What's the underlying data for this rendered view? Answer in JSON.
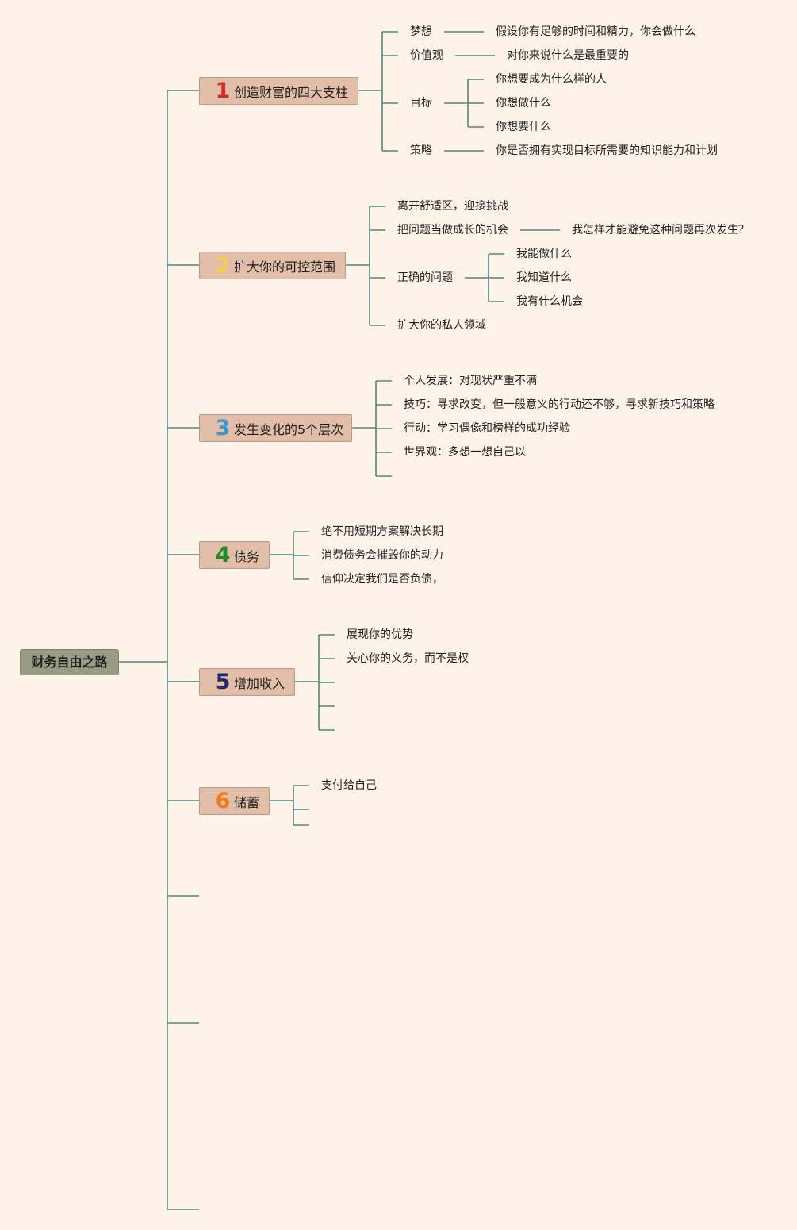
{
  "root": "财务自由之路",
  "branches": [
    {
      "num": "1",
      "color": "#d32a2a",
      "label": "创造财富的四大支柱"
    },
    {
      "num": "2",
      "color": "#f2cf53",
      "label": "扩大你的可控范围"
    },
    {
      "num": "3",
      "color": "#3b95d0",
      "label": "发生变化的5个层次"
    },
    {
      "num": "4",
      "color": "#1f8b2a",
      "label": "债务"
    },
    {
      "num": "5",
      "color": "#1f2a70",
      "label": "增加收入"
    },
    {
      "num": "6",
      "color": "#f07a1d",
      "label": "储蓄"
    }
  ],
  "b1": {
    "dream": "梦想",
    "dream_note": "假设你有足够的时间和精力，你会做什么",
    "values": "价值观",
    "values_note": "对你来说什么是最重要的",
    "goal": "目标",
    "goal_items": [
      "你想要成为什么样的人",
      "你想做什么",
      "你想要什么"
    ],
    "strategy": "策略",
    "strategy_note": "你是否拥有实现目标所需要的知识能力和计划"
  },
  "b2": {
    "item1": "离开舒适区，迎接挑战",
    "item2": "把问题当做成长的机会",
    "item2_note": "我怎样才能避免这种问题再次发生？",
    "item3": "正确的问题",
    "item3_items": [
      "我能做什么",
      "我知道什么",
      "我有什么机会"
    ],
    "item4": "扩大你的私人领域"
  },
  "b3": {
    "items": [
      "个人发展：对现状严重不满",
      "技巧：寻求改变，但一般意义的行动还不够，寻求新技巧和策略",
      "行动：学习偶像和榜样的成功经验",
      "世界观：多想一想自己以"
    ]
  },
  "b4": {
    "items": [
      "绝不用短期方案解决长期",
      "消费债务会摧毁你的动力",
      "信仰决定我们是否负债，"
    ]
  },
  "b5": {
    "items": [
      "展现你的优势",
      "关心你的义务，而不是权"
    ]
  },
  "b6": {
    "items": [
      "支付给自己"
    ]
  }
}
